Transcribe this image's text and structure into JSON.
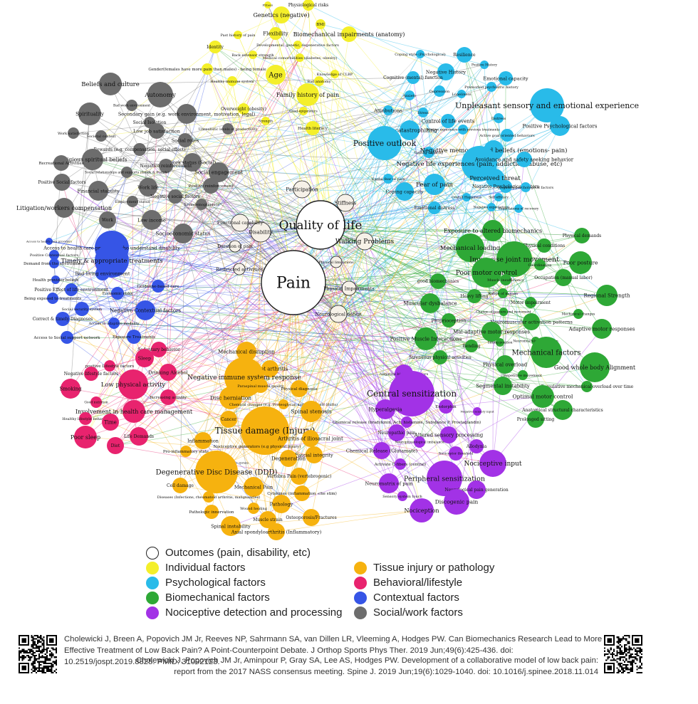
{
  "colors": {
    "outcome": "#ffffff",
    "individual": "#f4ef2a",
    "psychological": "#29bbe9",
    "biomechanical": "#2ea836",
    "nociceptive": "#a232e6",
    "tissue": "#f6b20f",
    "behavioral": "#e8236e",
    "contextual": "#3655e6",
    "social": "#6d6d6d"
  },
  "legend": [
    {
      "label": "Outcomes (pain, disability, etc)",
      "category": "outcome"
    },
    {
      "label": "Individual factors",
      "category": "individual"
    },
    {
      "label": "Psychological factors",
      "category": "psychological"
    },
    {
      "label": "Biomechanical factors",
      "category": "biomechanical"
    },
    {
      "label": "Nociceptive detection and processing",
      "category": "nociceptive"
    },
    {
      "label": "Tissue injury or pathology",
      "category": "tissue"
    },
    {
      "label": "Behavioral/lifestyle",
      "category": "behavioral"
    },
    {
      "label": "Contextual factors",
      "category": "contextual"
    },
    {
      "label": "Social/work factors",
      "category": "social"
    }
  ],
  "nodes": [
    {
      "label": "Pain",
      "category": "outcome"
    },
    {
      "label": "Quality of life",
      "category": "outcome"
    },
    {
      "label": "Walking Problems",
      "category": "outcome"
    },
    {
      "label": "Participation",
      "category": "outcome"
    },
    {
      "label": "Stiffness",
      "category": "outcome"
    },
    {
      "label": "Disability",
      "category": "outcome"
    },
    {
      "label": "Functional capability",
      "category": "outcome"
    },
    {
      "label": "Duration of pain",
      "category": "outcome"
    },
    {
      "label": "Restricted activities",
      "category": "outcome"
    },
    {
      "label": "Physical Impairments",
      "category": "outcome"
    },
    {
      "label": "Neurological deficit",
      "category": "outcome"
    },
    {
      "label": "Physical limitations",
      "category": "outcome"
    },
    {
      "label": "Physiological risks",
      "category": "individual"
    },
    {
      "label": "Fitness",
      "category": "individual"
    },
    {
      "label": "Genetics (negative)",
      "category": "individual"
    },
    {
      "label": "BMI",
      "category": "individual"
    },
    {
      "label": "Flexibility",
      "category": "individual"
    },
    {
      "label": "Biomechanical impairments (anatomy)",
      "category": "individual"
    },
    {
      "label": "Past history of pain",
      "category": "individual"
    },
    {
      "label": "Identity",
      "category": "individual"
    },
    {
      "label": "Developmental, genetic, degenerative factors",
      "category": "individual"
    },
    {
      "label": "Back extensor strength",
      "category": "individual"
    },
    {
      "label": "Medical comorbidities (diabetes, obesity)",
      "category": "individual"
    },
    {
      "label": "Gender(females have more pain than males) - being female",
      "category": "individual"
    },
    {
      "label": "Age",
      "category": "individual"
    },
    {
      "label": "Healthy immune system",
      "category": "individual"
    },
    {
      "label": "Knowledge of CLBP",
      "category": "individual"
    },
    {
      "label": "Bad anatomy",
      "category": "individual"
    },
    {
      "label": "Family history of pain",
      "category": "individual"
    },
    {
      "label": "Overweight (obesity)",
      "category": "individual"
    },
    {
      "label": "Good epigenetics",
      "category": "individual"
    },
    {
      "label": "Strength",
      "category": "individual"
    },
    {
      "label": "Health literacy",
      "category": "individual"
    },
    {
      "label": "Coping style (Psychological)",
      "category": "psychological"
    },
    {
      "label": "Resilience",
      "category": "psychological"
    },
    {
      "label": "Positive History",
      "category": "psychological"
    },
    {
      "label": "Negative History",
      "category": "psychological"
    },
    {
      "label": "Emotional capacity",
      "category": "psychological"
    },
    {
      "label": "Cognitive (mental) function",
      "category": "psychological"
    },
    {
      "label": "Premorbid psychiatric history",
      "category": "psychological"
    },
    {
      "label": "Anxiety",
      "category": "psychological"
    },
    {
      "label": "Depression",
      "category": "psychological"
    },
    {
      "label": "Loneliness",
      "category": "psychological"
    },
    {
      "label": "Unpleasant sensory and emotional experience",
      "category": "psychological"
    },
    {
      "label": "Attributions",
      "category": "psychological"
    },
    {
      "label": "Stress",
      "category": "psychological"
    },
    {
      "label": "Control of life events",
      "category": "psychological"
    },
    {
      "label": "Distress",
      "category": "psychological"
    },
    {
      "label": "Positive Psychological factors",
      "category": "psychological"
    },
    {
      "label": "Pain catastrophizing",
      "category": "psychological"
    },
    {
      "label": "Positive experience with previous treatments",
      "category": "psychological"
    },
    {
      "label": "Active goal oriented behaviors",
      "category": "psychological"
    },
    {
      "label": "Positive outlook",
      "category": "psychological"
    },
    {
      "label": "Coping capacity",
      "category": "psychological"
    },
    {
      "label": "Negative memories and beliefs (emotions- pain)",
      "category": "psychological"
    },
    {
      "label": "Negative life experiences (pain, addiction, abuse, etc)",
      "category": "psychological"
    },
    {
      "label": "Avoidance and safety seeking behavior",
      "category": "psychological"
    },
    {
      "label": "Perceived threat",
      "category": "psychological"
    },
    {
      "label": "Useful fear of pain",
      "category": "psychological"
    },
    {
      "label": "Fear of pain",
      "category": "psychological"
    },
    {
      "label": "Negative Psychological factors",
      "category": "psychological"
    },
    {
      "label": "Coping capacity",
      "category": "psychological"
    },
    {
      "label": "Overall Happiness",
      "category": "psychological"
    },
    {
      "label": "Self efficacy",
      "category": "psychological"
    },
    {
      "label": "Emotional distress",
      "category": "psychological"
    },
    {
      "label": "Negative expectations",
      "category": "psychological"
    },
    {
      "label": "Expectations of recovery",
      "category": "psychological"
    },
    {
      "label": "Negative psychological factors",
      "category": "psychological"
    },
    {
      "label": "Exposure to altered biomechanics",
      "category": "biomechanical"
    },
    {
      "label": "Physical demands",
      "category": "biomechanical"
    },
    {
      "label": "Mechanical loading",
      "category": "biomechanical"
    },
    {
      "label": "Physical conditions",
      "category": "biomechanical"
    },
    {
      "label": "Imprecise joint movement",
      "category": "biomechanical"
    },
    {
      "label": "Coordination",
      "category": "biomechanical"
    },
    {
      "label": "Poor posture",
      "category": "biomechanical"
    },
    {
      "label": "Poor motor control",
      "category": "biomechanical"
    },
    {
      "label": "Occupation (manual labor)",
      "category": "biomechanical"
    },
    {
      "label": "good biomechanics",
      "category": "biomechanical"
    },
    {
      "label": "Muscle insufficiency",
      "category": "biomechanical"
    },
    {
      "label": "Heavy lifting",
      "category": "biomechanical"
    },
    {
      "label": "Range of motion",
      "category": "biomechanical"
    },
    {
      "label": "Regional Strength",
      "category": "biomechanical"
    },
    {
      "label": "Muscular dysbalance",
      "category": "biomechanical"
    },
    {
      "label": "Motor impairment",
      "category": "biomechanical"
    },
    {
      "label": "Change of posture and movement",
      "category": "biomechanical"
    },
    {
      "label": "Mechanical changes",
      "category": "biomechanical"
    },
    {
      "label": "Proprioception",
      "category": "biomechanical"
    },
    {
      "label": "Neuromuscular activation patterns",
      "category": "biomechanical"
    },
    {
      "label": "Adaptive motor responses",
      "category": "biomechanical"
    },
    {
      "label": "Neuromuscular dysfunction",
      "category": "biomechanical"
    },
    {
      "label": "Mal-adaptive motor responses",
      "category": "biomechanical"
    },
    {
      "label": "Positive Muscle Interactions",
      "category": "biomechanical"
    },
    {
      "label": "Sitting position",
      "category": "biomechanical"
    },
    {
      "label": "Bending",
      "category": "biomechanical"
    },
    {
      "label": "Mechanical factors",
      "category": "biomechanical"
    },
    {
      "label": "Strenuous physical activities",
      "category": "biomechanical"
    },
    {
      "label": "Physical overload",
      "category": "biomechanical"
    },
    {
      "label": "Good whole body Alignment",
      "category": "biomechanical"
    },
    {
      "label": "Repetitive movement",
      "category": "biomechanical"
    },
    {
      "label": "Segmental instability",
      "category": "biomechanical"
    },
    {
      "label": "Cumulative mechanical overload over time",
      "category": "biomechanical"
    },
    {
      "label": "Optimal motor control",
      "category": "biomechanical"
    },
    {
      "label": "Anatomical structural characteristics",
      "category": "biomechanical"
    },
    {
      "label": "Prolonged sitting",
      "category": "biomechanical"
    },
    {
      "label": "Negative biological factors",
      "category": "nociceptive"
    },
    {
      "label": "Central sensitization",
      "category": "nociceptive"
    },
    {
      "label": "Hyperalgesia",
      "category": "nociceptive"
    },
    {
      "label": "Endorphin",
      "category": "nociceptive"
    },
    {
      "label": "Negative sensory input",
      "category": "nociceptive"
    },
    {
      "label": "Chemical release (bradykinin, Ach, histamine, Substance P, Prostaglandin)",
      "category": "nociceptive"
    },
    {
      "label": "Neuropathic pain",
      "category": "nociceptive"
    },
    {
      "label": "Altered sensory processing",
      "category": "nociceptive"
    },
    {
      "label": "Neurophysiological imbalance",
      "category": "nociceptive"
    },
    {
      "label": "Allodynia",
      "category": "nociceptive"
    },
    {
      "label": "Chemical Release (Glutamate)",
      "category": "nociceptive"
    },
    {
      "label": "Nociceptor threshold",
      "category": "nociceptive"
    },
    {
      "label": "Activate C-fibers (central)",
      "category": "nociceptive"
    },
    {
      "label": "Nociceptive input",
      "category": "nociceptive"
    },
    {
      "label": "Peripheral sensitization",
      "category": "nociceptive"
    },
    {
      "label": "Neuromatrix of pain",
      "category": "nociceptive"
    },
    {
      "label": "Neurological pain generation",
      "category": "nociceptive"
    },
    {
      "label": "Sensory system touch",
      "category": "nociceptive"
    },
    {
      "label": "Discogenic pain",
      "category": "nociceptive"
    },
    {
      "label": "Nociception",
      "category": "nociceptive"
    },
    {
      "label": "Mechanical disruption",
      "category": "tissue"
    },
    {
      "label": "Facet arthritis",
      "category": "tissue"
    },
    {
      "label": "Negative immune system response",
      "category": "tissue"
    },
    {
      "label": "Paraspinal muscle quality",
      "category": "tissue"
    },
    {
      "label": "Physical diagnosis",
      "category": "tissue"
    },
    {
      "label": "Disc herniation",
      "category": "tissue"
    },
    {
      "label": "Chemical changes (e.g. Proteoglycan and altered pH Shifts)",
      "category": "tissue"
    },
    {
      "label": "Spinal stenosis",
      "category": "tissue"
    },
    {
      "label": "Cancer",
      "category": "tissue"
    },
    {
      "label": "Tissue damage (Injury)",
      "category": "tissue"
    },
    {
      "label": "Arthritis of iliosacral joint",
      "category": "tissue"
    },
    {
      "label": "Inflammation",
      "category": "tissue"
    },
    {
      "label": "Nociceptive generators (e.g physical injury)",
      "category": "tissue"
    },
    {
      "label": "Pro-inflammatory state",
      "category": "tissue"
    },
    {
      "label": "Fascial integrity",
      "category": "tissue"
    },
    {
      "label": "Degeneration",
      "category": "tissue"
    },
    {
      "label": "Peripheral nervous system",
      "category": "tissue"
    },
    {
      "label": "Degenerative Disc Disease (DDD)",
      "category": "tissue"
    },
    {
      "label": "Vertebra Pain (vertebrogenic)",
      "category": "tissue"
    },
    {
      "label": "Cell damage",
      "category": "tissue"
    },
    {
      "label": "Mechanical Pain",
      "category": "tissue"
    },
    {
      "label": "Cytokines (inflammation -che stim)",
      "category": "tissue"
    },
    {
      "label": "Diseases (Infections, rheumatoid arthritis, malignancies)",
      "category": "tissue"
    },
    {
      "label": "Pathology",
      "category": "tissue"
    },
    {
      "label": "Pathologic innervation",
      "category": "tissue"
    },
    {
      "label": "Wound healing",
      "category": "tissue"
    },
    {
      "label": "Osteoporosis/Fractures",
      "category": "tissue"
    },
    {
      "label": "Muscle strain",
      "category": "tissue"
    },
    {
      "label": "Spinal instability",
      "category": "tissue"
    },
    {
      "label": "Axial spondyloarthritis (Inflammatory)",
      "category": "tissue"
    },
    {
      "label": "Sedentary behavior",
      "category": "behavioral"
    },
    {
      "label": "positive Lifestyle factors",
      "category": "behavioral"
    },
    {
      "label": "Sleep",
      "category": "behavioral"
    },
    {
      "label": "Negative lifestyle factors",
      "category": "behavioral"
    },
    {
      "label": "Drinking Alcohol",
      "category": "behavioral"
    },
    {
      "label": "Low physical activity",
      "category": "behavioral"
    },
    {
      "label": "Smoking",
      "category": "behavioral"
    },
    {
      "label": "Increasing activity",
      "category": "behavioral"
    },
    {
      "label": "Good nutrition",
      "category": "behavioral"
    },
    {
      "label": "Involvement in health care management",
      "category": "behavioral"
    },
    {
      "label": "Healthy lifestyle behavior",
      "category": "behavioral"
    },
    {
      "label": "Time",
      "category": "behavioral"
    },
    {
      "label": "Poor sleep",
      "category": "behavioral"
    },
    {
      "label": "Life Demands",
      "category": "behavioral"
    },
    {
      "label": "Diet",
      "category": "behavioral"
    },
    {
      "label": "Access to health care providers",
      "category": "contextual"
    },
    {
      "label": "Access to health care providers who understand disability",
      "category": "contextual"
    },
    {
      "label": "Positive Contextual factors",
      "category": "contextual"
    },
    {
      "label": "Demand from the environment",
      "category": "contextual"
    },
    {
      "label": "Timely & appropriate treatments",
      "category": "contextual"
    },
    {
      "label": "Bad living environment",
      "category": "contextual"
    },
    {
      "label": "Health provider beliefs",
      "category": "contextual"
    },
    {
      "label": "Guideline-based care",
      "category": "contextual"
    },
    {
      "label": "Positive Effect of life environment",
      "category": "contextual"
    },
    {
      "label": "Economic risks",
      "category": "contextual"
    },
    {
      "label": "Being exposed to treatments",
      "category": "contextual"
    },
    {
      "label": "Social security system",
      "category": "contextual"
    },
    {
      "label": "Negative Contextual factors",
      "category": "contextual"
    },
    {
      "label": "Correct & timely Diagnoses",
      "category": "contextual"
    },
    {
      "label": "Access to adaptive modality",
      "category": "contextual"
    },
    {
      "label": "Access to Social support network",
      "category": "contextual"
    },
    {
      "label": "Exposure Treatments",
      "category": "contextual"
    },
    {
      "label": "Beliefs and culture",
      "category": "social"
    },
    {
      "label": "Autonomy",
      "category": "social"
    },
    {
      "label": "Bad work environment",
      "category": "social"
    },
    {
      "label": "Spirituality",
      "category": "social"
    },
    {
      "label": "Secondary gain (e.g. work environment, motivation, legal)",
      "category": "social"
    },
    {
      "label": "Social Isolation",
      "category": "social"
    },
    {
      "label": "Low job satisfaction",
      "category": "social"
    },
    {
      "label": "Unrealistic levels of productivity",
      "category": "social"
    },
    {
      "label": "Work satisfaction",
      "category": "social"
    },
    {
      "label": "Societal context",
      "category": "social"
    },
    {
      "label": "Social roles",
      "category": "social"
    },
    {
      "label": "Rewards (e.g. compensation, social effect)",
      "category": "social"
    },
    {
      "label": "Religious spiritual beliefs",
      "category": "social"
    },
    {
      "label": "Work status (Social)",
      "category": "social"
    },
    {
      "label": "Recreational Activities",
      "category": "social"
    },
    {
      "label": "Negative reinforcement",
      "category": "social"
    },
    {
      "label": "Social relationships and supports (family & friends)",
      "category": "social"
    },
    {
      "label": "Social engagement",
      "category": "social"
    },
    {
      "label": "Positive Social factors",
      "category": "social"
    },
    {
      "label": "Financial stability",
      "category": "social"
    },
    {
      "label": "Work life",
      "category": "social"
    },
    {
      "label": "Positive reinforcement",
      "category": "social"
    },
    {
      "label": "Negative social factors",
      "category": "social"
    },
    {
      "label": "Employment status",
      "category": "social"
    },
    {
      "label": "Sociodemographics",
      "category": "social"
    },
    {
      "label": "Litigation/workers compensation",
      "category": "social"
    },
    {
      "label": "Work",
      "category": "social"
    },
    {
      "label": "Low income",
      "category": "social"
    },
    {
      "label": "Socioeconomic status",
      "category": "social"
    }
  ],
  "references": {
    "ref1": "Cholewicki J, Breen A, Popovich JM Jr, Reeves NP, Sahrmann SA, van Dillen LR, Vleeming A, Hodges PW. Can Biomechanics Research Lead to More  Effective Treatment of Low Back Pain? A Point-Counterpoint Debate. J Orthop Sports Phys Ther. 2019 Jun;49(6):425-436. doi: 10.2519/jospt.2019.8825. PMID: 31092123.",
    "ref2": "Cholewicki J, Popovich JM Jr, Aminpour P, Gray SA, Lee AS, Hodges PW. Development of a collaborative model of low back pain: report from the 2017 NASS consensus meeting. Spine J. 2019 Jun;19(6):1029-1040. doi: 10.1016/j.spinee.2018.11.014"
  }
}
